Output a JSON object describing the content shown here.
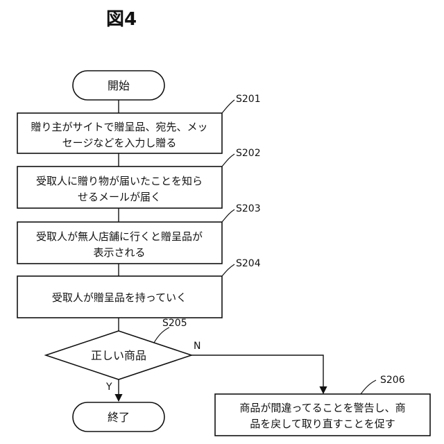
{
  "figure_title": "図4",
  "start": {
    "text": "開始"
  },
  "end": {
    "text": "終了"
  },
  "steps": [
    {
      "id": "S201",
      "lines": [
        "贈り主がサイトで贈呈品、宛先、メッ",
        "セージなどを入力し贈る"
      ]
    },
    {
      "id": "S202",
      "lines": [
        "受取人に贈り物が届いたことを知ら",
        "せるメールが届く"
      ]
    },
    {
      "id": "S203",
      "lines": [
        "受取人が無人店舗に行くと贈呈品が",
        "表示される"
      ]
    },
    {
      "id": "S204",
      "lines": [
        "受取人が贈呈品を持っていく"
      ]
    }
  ],
  "decision": {
    "id": "S205",
    "text": "正しい商品",
    "yes_label": "Y",
    "no_label": "N"
  },
  "warning": {
    "id": "S206",
    "lines": [
      "商品が間違ってることを警告し、商",
      "品を戻して取り直すことを促す"
    ]
  }
}
